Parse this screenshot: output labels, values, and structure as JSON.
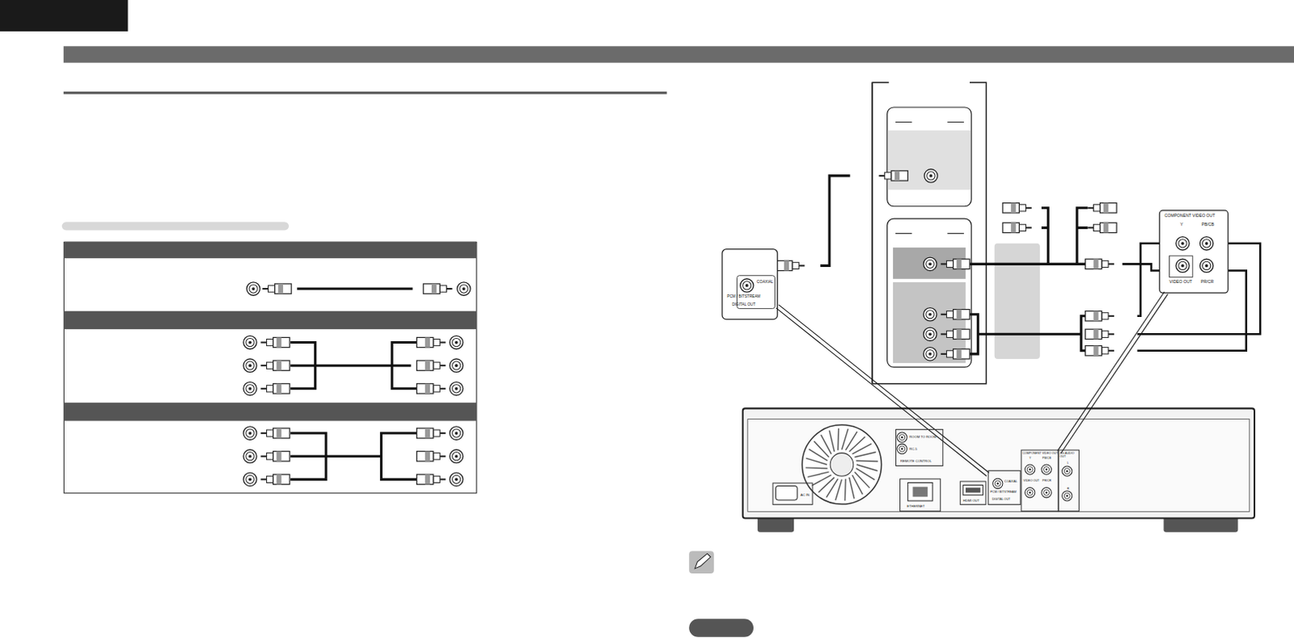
{
  "diagram": {
    "nodes": [
      {
        "text": [
          "COAXIAL",
          "PCM / BITSTREAM",
          "DIGITAL OUT"
        ]
      },
      {
        "text": [
          "COMPONENT VIDEO OUT",
          "Y",
          "PB/CB",
          "VIDEO OUT",
          "PR/CR"
        ]
      },
      {
        "text": [
          "ROOM TO ROOM",
          "RC-5",
          "REMOTE CONTROL"
        ]
      },
      {
        "text": [
          "ETHERNET"
        ]
      },
      {
        "text": [
          "HDMI OUT"
        ]
      },
      {
        "text": [
          "COAXIAL",
          "PCM / BITSTREAM",
          "DIGITAL OUT"
        ]
      },
      {
        "text": [
          "COMPONENT VIDEO OUT",
          "Y",
          "PB/CB",
          "VIDEO OUT",
          "PR/CR"
        ]
      },
      {
        "text": [
          "2ch AUDIO OUT",
          "L",
          "R"
        ]
      },
      {
        "text": [
          "AC IN"
        ]
      }
    ],
    "edges": [
      {
        "from": 0,
        "to": 5,
        "arrow": "none"
      },
      {
        "from": 1,
        "to": 6,
        "arrow": "none"
      }
    ]
  }
}
